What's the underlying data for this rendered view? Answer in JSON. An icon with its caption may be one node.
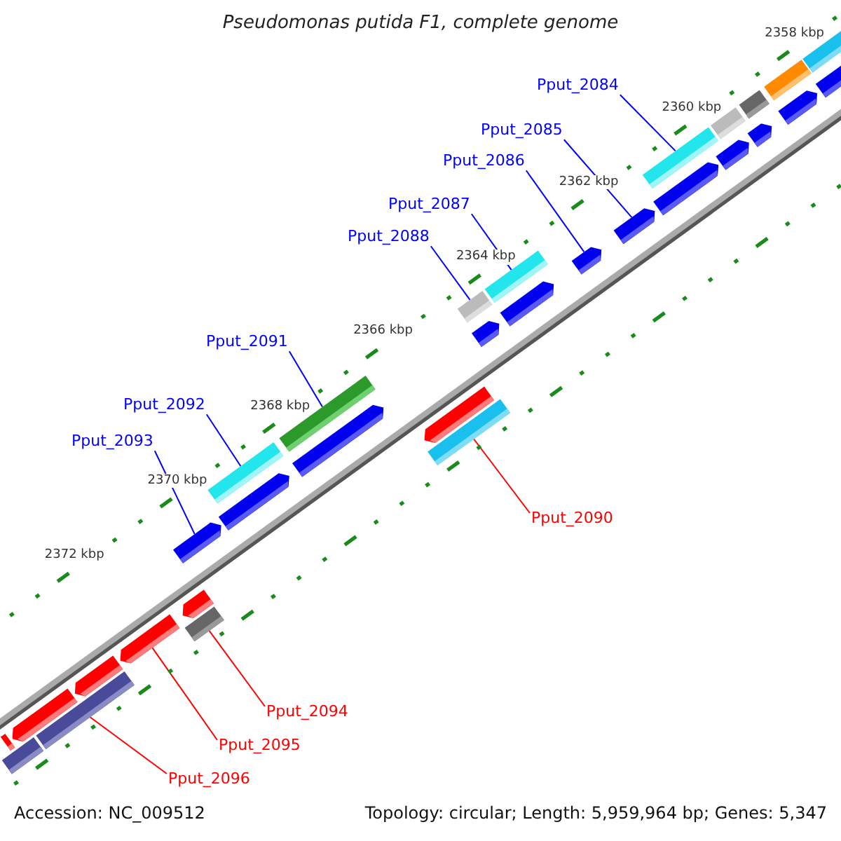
{
  "diagram": {
    "title": "Pseudomonas putida F1, complete genome",
    "nodes": [
      {
        "text": [
          "Pput_2084"
        ]
      },
      {
        "text": [
          "Pput_2085"
        ]
      },
      {
        "text": [
          "Pput_2086"
        ]
      },
      {
        "text": [
          "Pput_2087"
        ]
      },
      {
        "text": [
          "Pput_2088"
        ]
      },
      {
        "text": [
          "Pput_2091"
        ]
      },
      {
        "text": [
          "Pput_2092"
        ]
      },
      {
        "text": [
          "Pput_2093"
        ]
      },
      {
        "text": [
          "Pput_2090"
        ]
      },
      {
        "text": [
          "Pput_2094"
        ]
      },
      {
        "text": [
          "Pput_2095"
        ]
      },
      {
        "text": [
          "Pput_2096"
        ]
      },
      {
        "text": [],
        "shape": "bar"
      },
      {
        "text": [],
        "shape": "bar"
      },
      {
        "text": [],
        "shape": "bar"
      },
      {
        "text": [],
        "shape": "bar"
      },
      {
        "text": [],
        "shape": "bar"
      },
      {
        "text": [],
        "shape": "bar"
      },
      {
        "text": [],
        "shape": "bar"
      },
      {
        "text": [],
        "shape": "bar"
      },
      {
        "text": [],
        "shape": "bar"
      },
      {
        "text": [],
        "shape": "bar"
      },
      {
        "text": [],
        "shape": "bar"
      },
      {
        "text": [],
        "shape": "bar"
      },
      {
        "text": [],
        "shape": "bar"
      },
      {
        "text": [],
        "shape": "bar"
      },
      {
        "text": [],
        "shape": "bar"
      },
      {
        "text": [],
        "shape": "bar"
      },
      {
        "text": [],
        "shape": "bar"
      },
      {
        "text": [],
        "shape": "bar"
      },
      {
        "text": [],
        "shape": "bar"
      },
      {
        "text": [],
        "shape": "bar"
      },
      {
        "text": [],
        "shape": "bar"
      },
      {
        "text": [],
        "shape": "bar"
      },
      {
        "text": [],
        "shape": "bar"
      },
      {
        "text": [],
        "shape": "bar"
      },
      {
        "text": [],
        "shape": "bar"
      },
      {
        "text": [],
        "shape": "bar"
      },
      {
        "text": [],
        "shape": "bar"
      },
      {
        "text": [],
        "shape": "bar"
      },
      {
        "text": [],
        "shape": "bar"
      },
      {
        "text": [],
        "shape": "bar"
      },
      {
        "text": [],
        "shape": "bar"
      }
    ],
    "edges": [
      {
        "from": 0,
        "to": 12,
        "arrow": "none"
      },
      {
        "from": 1,
        "to": 13,
        "arrow": "none"
      },
      {
        "from": 2,
        "to": 14,
        "arrow": "none"
      },
      {
        "from": 3,
        "to": 15,
        "arrow": "none"
      },
      {
        "from": 4,
        "to": 16,
        "arrow": "none"
      },
      {
        "from": 5,
        "to": 17,
        "arrow": "none"
      },
      {
        "from": 6,
        "to": 18,
        "arrow": "none"
      },
      {
        "from": 7,
        "to": 19,
        "arrow": "none"
      },
      {
        "from": 8,
        "to": 20,
        "arrow": "none",
        "color": "#ff0000"
      },
      {
        "from": 9,
        "to": 21,
        "arrow": "none",
        "color": "#ff0000"
      },
      {
        "from": 10,
        "to": 22,
        "arrow": "none",
        "color": "#ff0000"
      },
      {
        "from": 11,
        "to": 23,
        "arrow": "none",
        "color": "#ff0000"
      }
    ],
    "labels": [
      "2358 kbp",
      "2360 kbp",
      "2362 kbp",
      "2364 kbp",
      "2366 kbp",
      "2368 kbp",
      "2370 kbp",
      "2372 kbp",
      "Accession: NC_009512",
      "Topology: circular; Length: 5,959,964 bp; Genes: 5,347"
    ]
  }
}
